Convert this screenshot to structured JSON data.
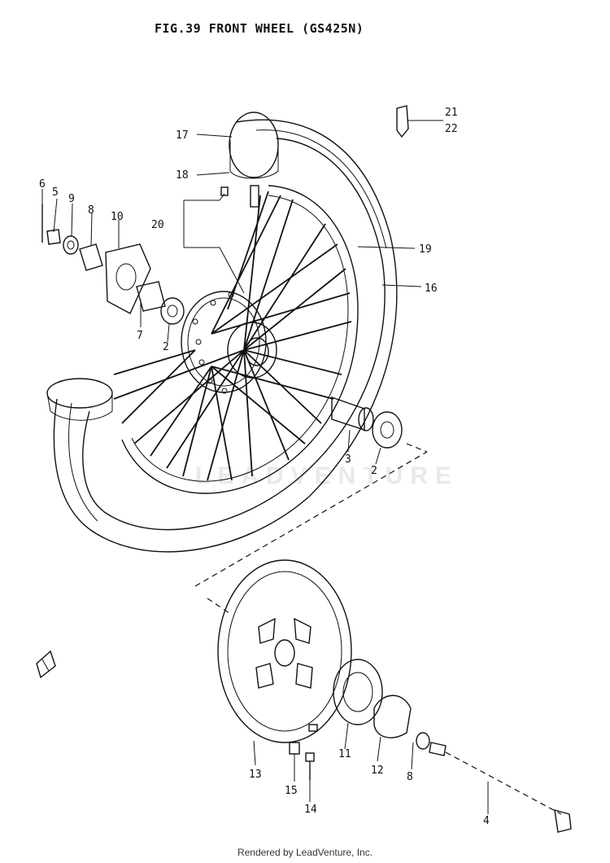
{
  "title": "FIG.39  FRONT WHEEL (GS425N)",
  "footer": "Rendered by LeadVenture, Inc.",
  "watermark": "LEADVENTURE",
  "callouts": {
    "c1": "21",
    "c2": "22",
    "c3": "17",
    "c4": "18",
    "c5": "6",
    "c6": "5",
    "c7": "9",
    "c8": "8",
    "c9": "10",
    "c10": "20",
    "c11": "19",
    "c12": "16",
    "c13": "7",
    "c14": "2",
    "c15": "3",
    "c16": "2",
    "c17": "13",
    "c18": "11",
    "c19": "12",
    "c20": "8",
    "c21": "15",
    "c22": "14",
    "c23": "4"
  }
}
